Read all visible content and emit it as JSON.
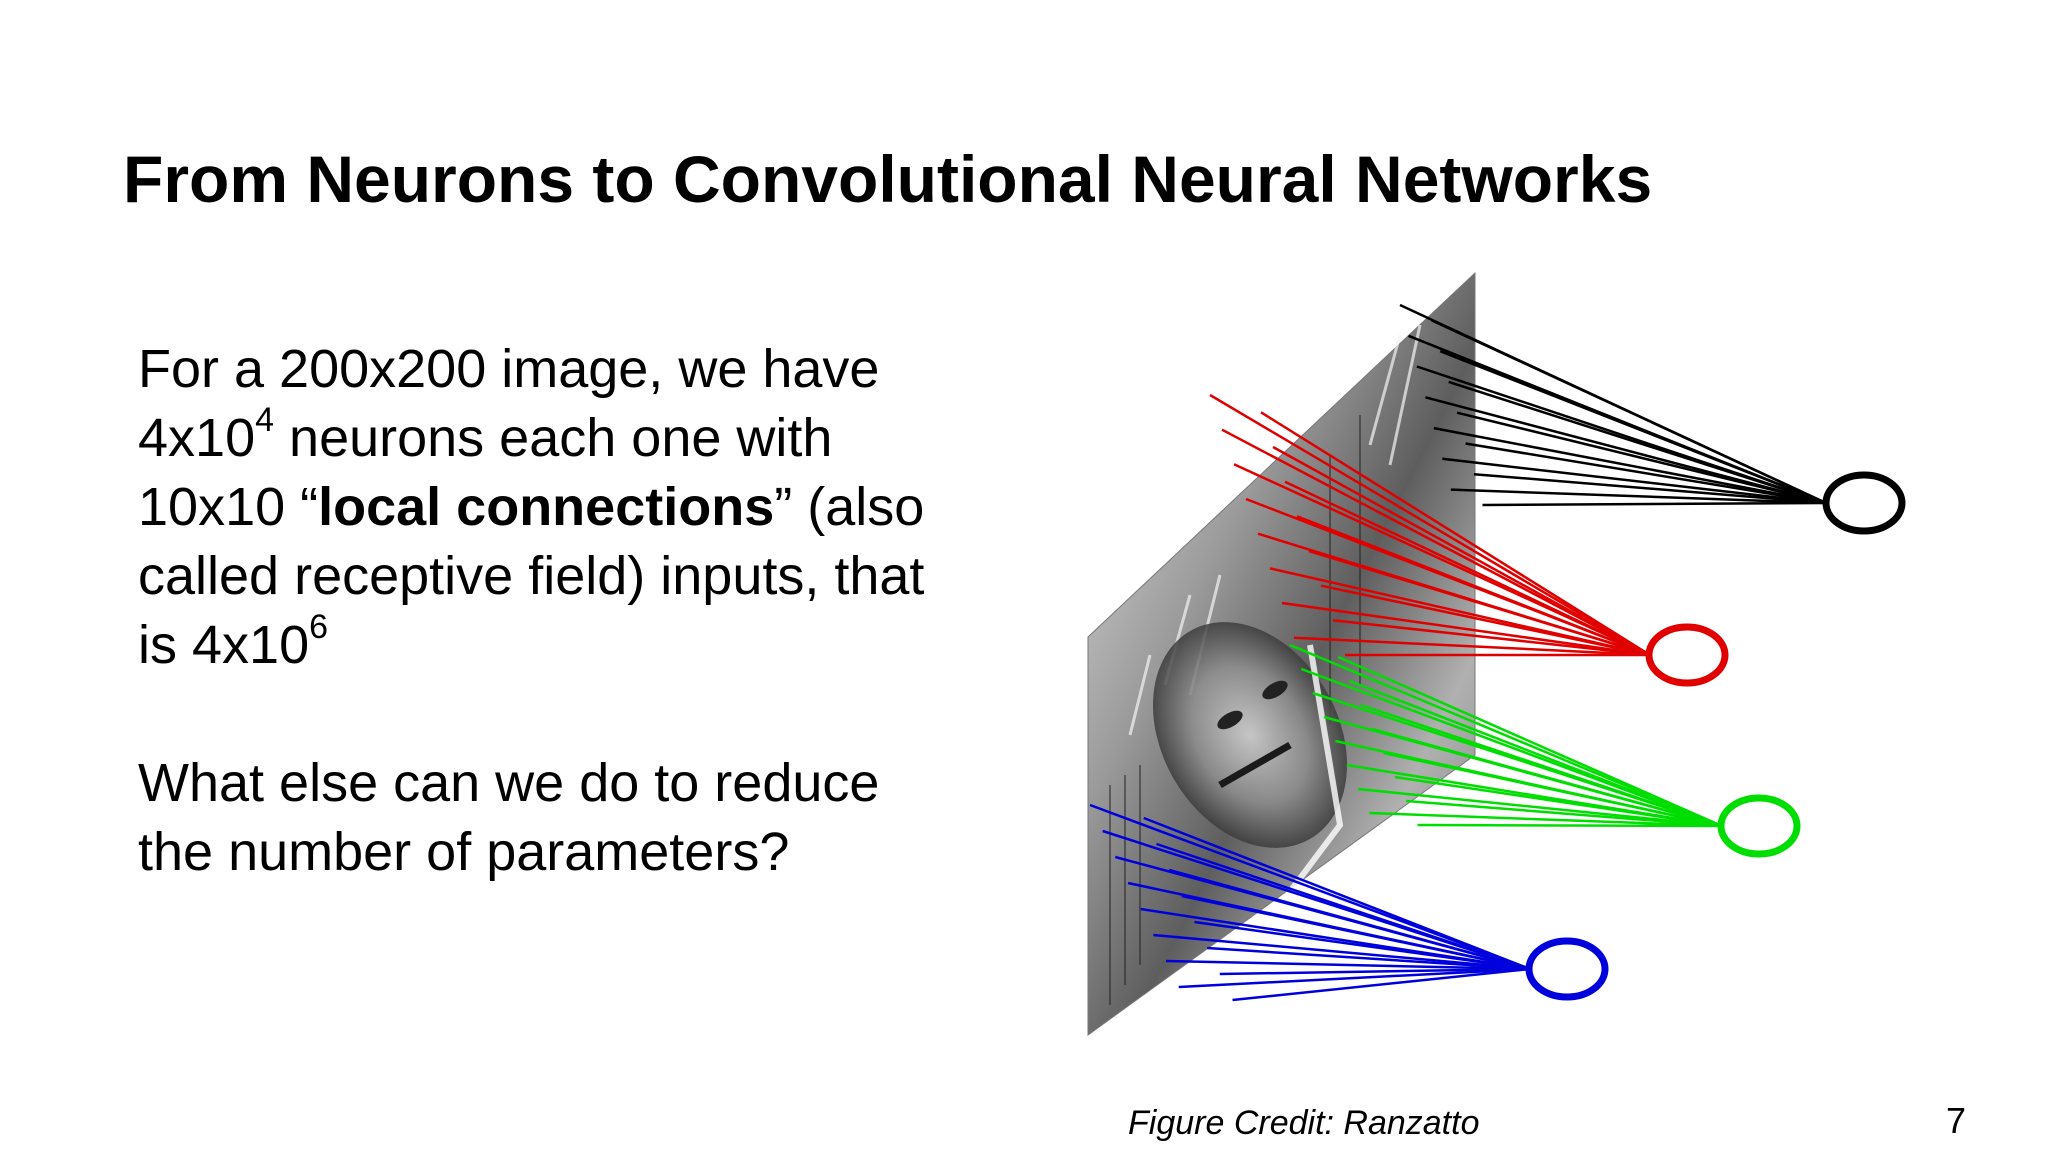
{
  "slide": {
    "title": "From Neurons to Convolutional Neural Networks",
    "paragraph1": {
      "part1": "For a 200x200 image, we have 4x10",
      "sup1": "4",
      "part2": " neurons each one with 10x10 “",
      "bold": "local connections",
      "part3": "” (also called receptive field)  inputs, that is 4x10",
      "sup2": "6"
    },
    "paragraph2": "What else can we do to reduce the number of parameters?",
    "figure_credit": "Figure Credit: Ranzatto",
    "slide_number": "7"
  },
  "figure": {
    "neuron_colors": [
      "#000000",
      "#e00000",
      "#00dd00",
      "#0000dd"
    ],
    "background_image": "grayscale face photo in perspective"
  }
}
